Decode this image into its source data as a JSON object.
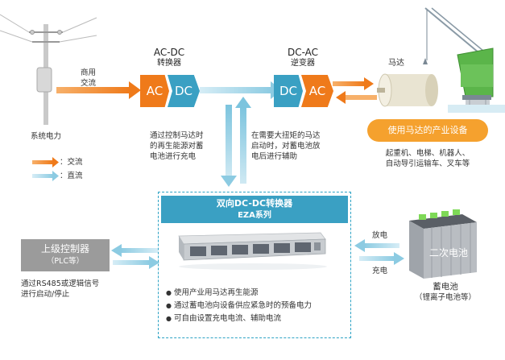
{
  "power": {
    "label": "系统电力",
    "commercial_ac": "商用\n交流"
  },
  "acdc": {
    "title_line1": "AC-DC",
    "title_line2": "转换器",
    "left": "AC",
    "right": "DC"
  },
  "dcac": {
    "title_line1": "DC-AC",
    "title_line2": "逆变器",
    "left": "DC",
    "right": "AC"
  },
  "motor": {
    "label": "马达"
  },
  "industry": {
    "pill": "使用马达的产业设备",
    "examples_line1": "起重机、电梯、机器人、",
    "examples_line2": "自动导引运输车、叉车等"
  },
  "legend": {
    "ac": "：交流",
    "dc": "：直流"
  },
  "notes": {
    "charge_line1": "通过控制马达时",
    "charge_line2": "的再生能源对蓄",
    "charge_line3": "电池进行充电",
    "assist_line1": "在需要大扭矩的马达",
    "assist_line2": "启动时，对蓄电池放",
    "assist_line3": "电后进行辅助"
  },
  "eza": {
    "title_line1": "双向DC-DC转换器",
    "title_line2": "EZA系列",
    "bullets": [
      "使用产业用马达再生能源",
      "通过蓄电池向设备供应紧急时的预备电力",
      "可自由设置充电电流、辅助电流"
    ]
  },
  "controller": {
    "title_line1": "上级控制器",
    "title_line2": "（PLC等）",
    "desc_line1": "通过RS485或逻辑信号",
    "desc_line2": "进行启动/停止"
  },
  "battery": {
    "discharge": "放电",
    "charge": "充电",
    "label": "二次电池",
    "caption_line1": "蓄电池",
    "caption_line2": "（锂离子电池等）"
  },
  "colors": {
    "ac_orange": "#ef7a1a",
    "dc_blue": "#3aa0c3",
    "pill_orange": "#f5a12e"
  }
}
